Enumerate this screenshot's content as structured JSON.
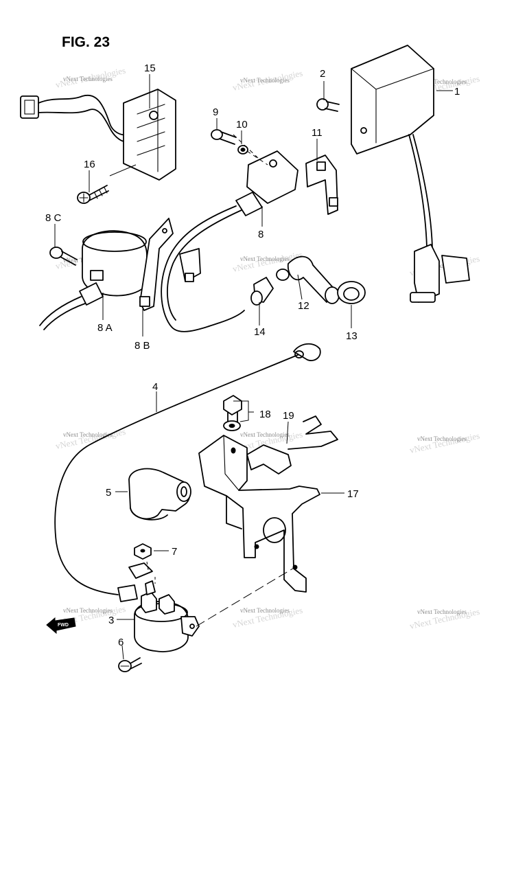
{
  "figure": {
    "title": "FIG. 23"
  },
  "watermark": {
    "text": "vNext Technologies"
  },
  "direction_marker": {
    "text": "FWD"
  },
  "callouts": {
    "c1": "1",
    "c2": "2",
    "c3": "3",
    "c4": "4",
    "c5": "5",
    "c6": "6",
    "c7": "7",
    "c8": "8",
    "c8a": "8 A",
    "c8b": "8 B",
    "c8c": "8 C",
    "c9": "9",
    "c10": "10",
    "c11": "11",
    "c12": "12",
    "c13": "13",
    "c14": "14",
    "c15": "15",
    "c16": "16",
    "c17": "17",
    "c18": "18",
    "c19": "19"
  }
}
